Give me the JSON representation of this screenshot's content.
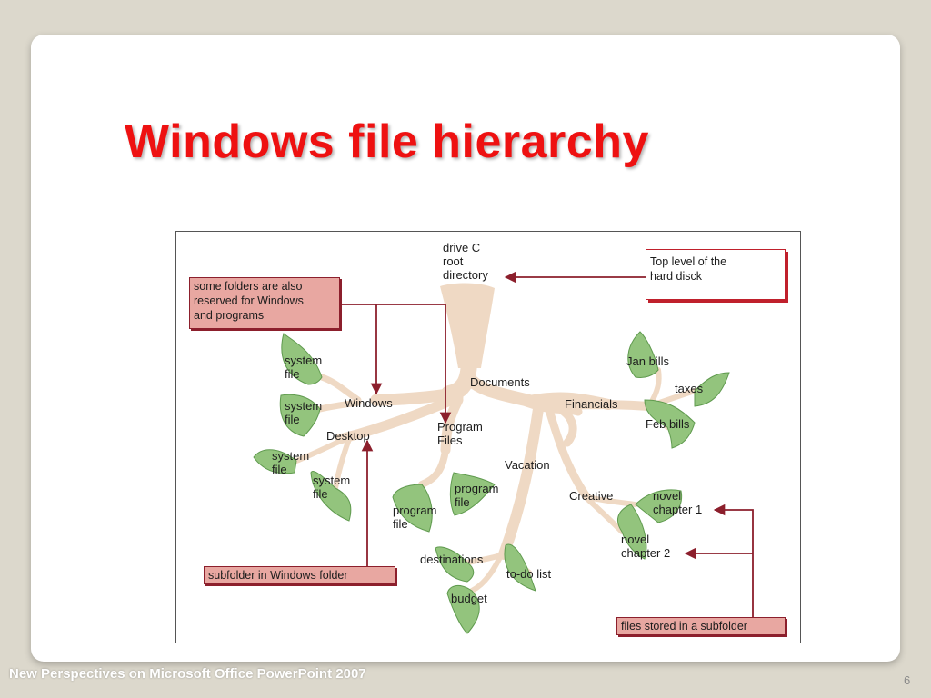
{
  "slide": {
    "title": "Windows file hierarchy",
    "page_number": "6",
    "footer": "New Perspectives on Microsoft Office PowerPoint 2007"
  },
  "diagram": {
    "root": "drive C\nroot\ndirectory",
    "folders": {
      "windows": "Windows",
      "desktop": "Desktop",
      "program_files": "Program\nFiles",
      "documents": "Documents",
      "financials": "Financials",
      "vacation": "Vacation",
      "creative": "Creative"
    },
    "files": {
      "system_file_1": "system\nfile",
      "system_file_2": "system\nfile",
      "system_file_3": "system\nfile",
      "system_file_4": "system\nfile",
      "program_file_1": "program\nfile",
      "program_file_2": "program\nfile",
      "destinations": "destinations",
      "todo_list": "to-do list",
      "budget": "budget",
      "jan_bills": "Jan bills",
      "taxes": "taxes",
      "feb_bills": "Feb bills",
      "novel_chapter_1": "novel\nchapter 1",
      "novel_chapter_2": "novel\nchapter 2"
    },
    "callouts": {
      "reserved_folders": "some folders are also\nreserved for Windows\nand programs",
      "top_level": "Top level of the\nhard disck",
      "subfolder_windows": "subfolder in Windows folder",
      "files_subfolder": "files stored in a subfolder"
    },
    "colors": {
      "title": "#ee1111",
      "branch": "#efd9c4",
      "leaf": "#93c47d",
      "leaf_dark": "#5f9a4e",
      "callout_fill": "#e8a7a1",
      "arrow": "#8c1f2c"
    }
  }
}
